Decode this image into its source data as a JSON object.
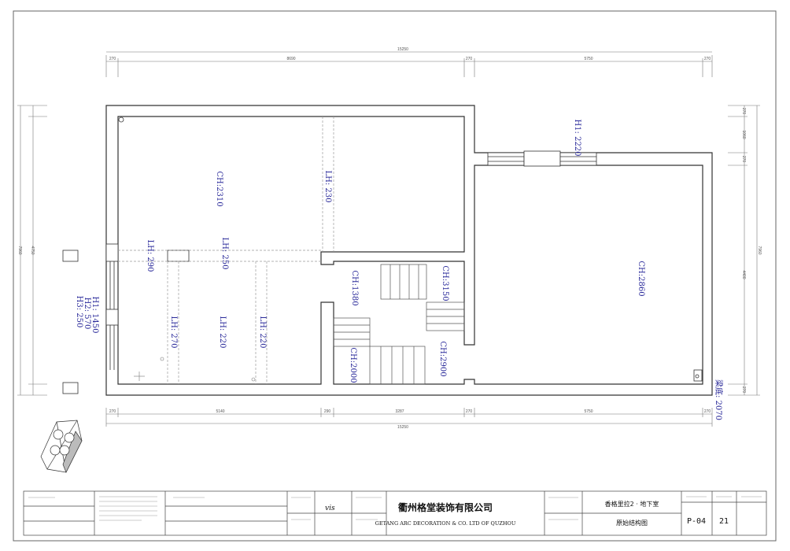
{
  "drawing": {
    "rooms": {
      "left_main_ch": "CH:2310",
      "right_main_ch": "CH:2860",
      "stair_ch_1380": "CH:1380",
      "stair_ch_3150": "CH:3150",
      "stair_ch_2000": "CH:2000",
      "stair_ch_2900": "CH:2900"
    },
    "beams": {
      "lh_230": "LH: 230",
      "lh_290": "LH: 290",
      "lh_250": "LH: 250",
      "lh_270": "LH: 270",
      "lh_220_a": "LH: 220",
      "lh_220_b": "LH: 220"
    },
    "window_top": "H1: 2220",
    "window_left": [
      "H1: 1450",
      "H2: 570",
      "H3: 250"
    ],
    "floor_note": "梁底: 2070",
    "dimensions": {
      "top_total": "15250",
      "top_segments": [
        "270",
        "8690",
        "270",
        "5750",
        "270"
      ],
      "bottom_total": "15250",
      "bottom_segments": [
        "270",
        "5140",
        "290",
        "3287",
        "270",
        "5750",
        "270"
      ],
      "left_total": "7960",
      "left_mid": "4750",
      "right_total": "7960",
      "right_segments": [
        "270",
        "1060",
        "270",
        "4400",
        "270"
      ]
    }
  },
  "title_block": {
    "company_cn": "衢州格堂装饰有限公司",
    "company_en": "GETANG ARC DECORATION  &  CO. LTD OF QUZHOU",
    "project": "香格里拉2 · 地下室",
    "drawing_title": "原始结构图",
    "sheet_code": "P-04",
    "sheet_no": "21",
    "signature": "vis"
  },
  "colors": {
    "ink": "#2a2a9a",
    "line": "#333333",
    "dashed": "#9a9a9a"
  }
}
